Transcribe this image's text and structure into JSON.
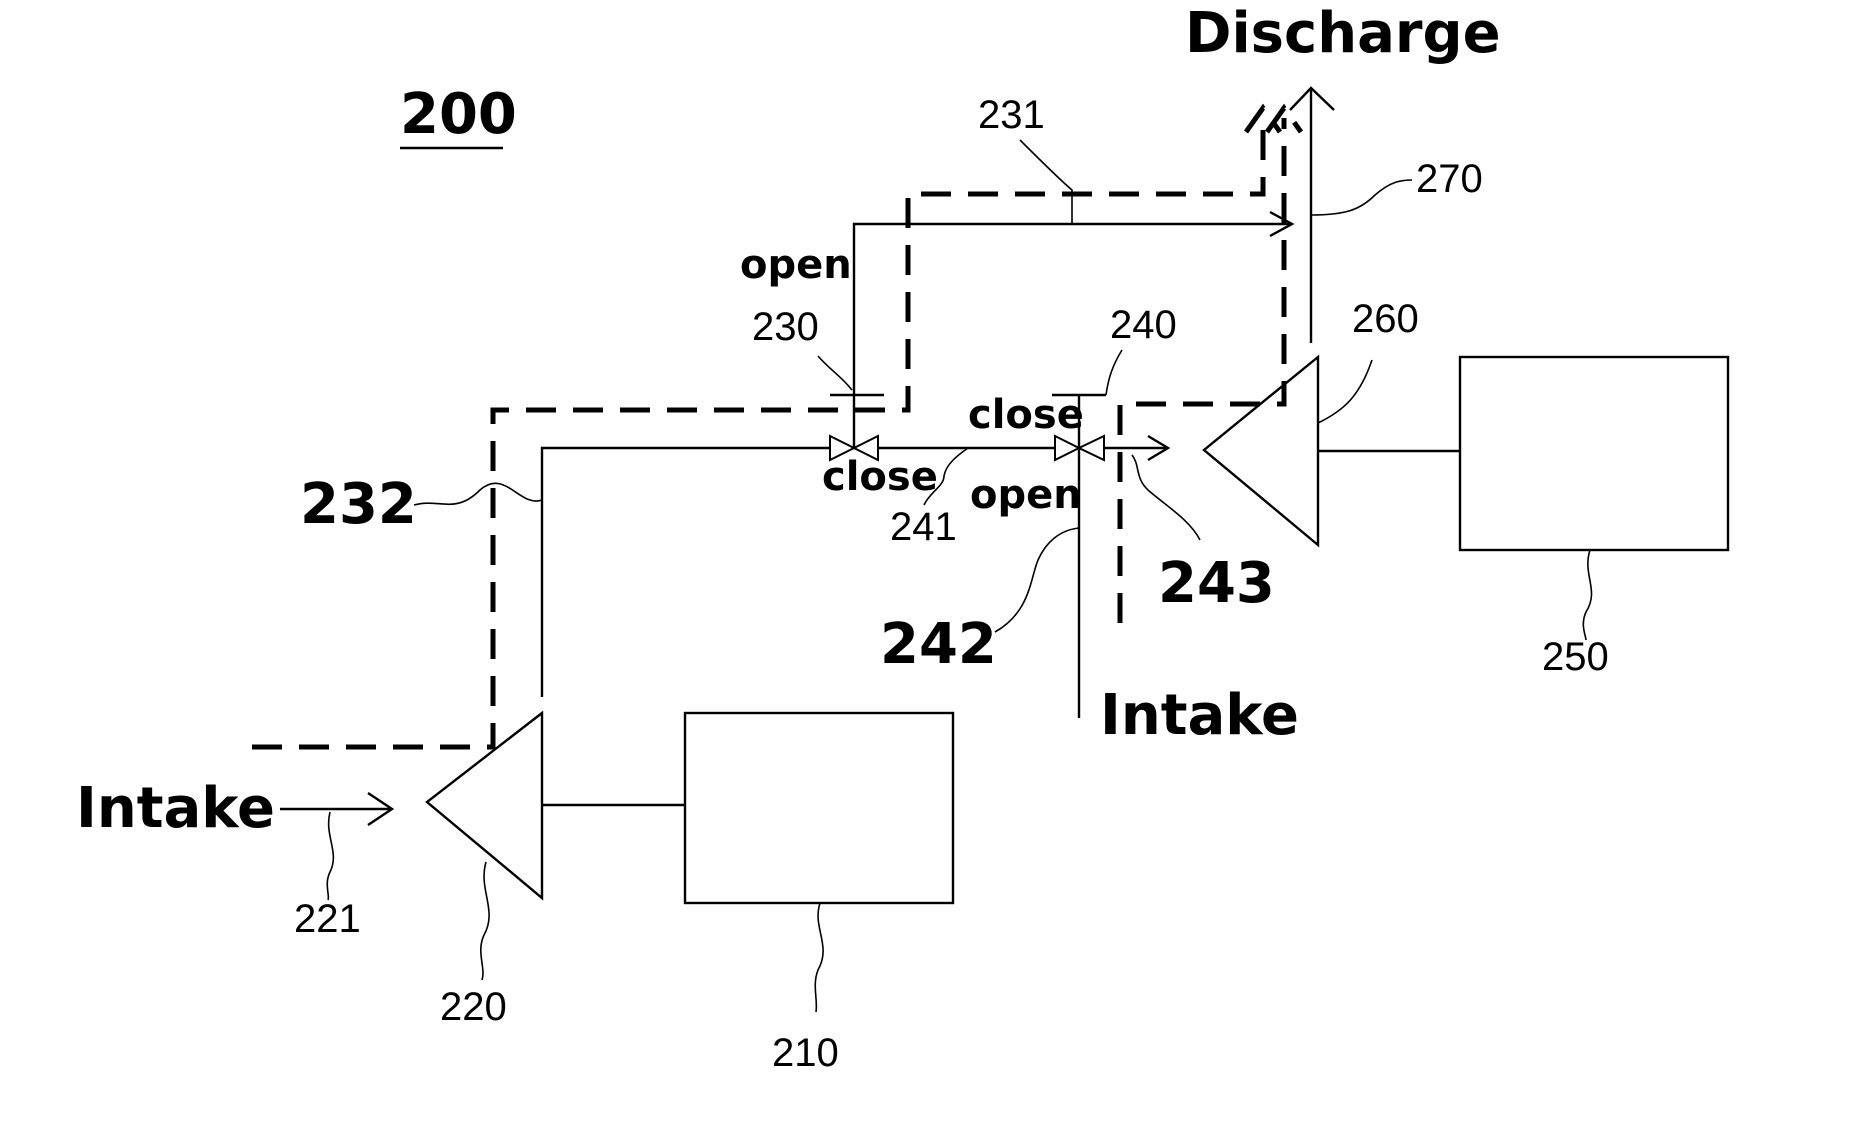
{
  "figure_number": "200",
  "labels": {
    "discharge": "Discharge",
    "intake_left": "Intake",
    "intake_middle": "Intake",
    "valve_230_upper_state": "open",
    "valve_230_lower_state": "close",
    "valve_240_upper_state": "close",
    "valve_240_lower_state": "open"
  },
  "references": {
    "r210": "210",
    "r220": "220",
    "r221": "221",
    "r230": "230",
    "r231": "231",
    "r232": "232",
    "r240": "240",
    "r241": "241",
    "r242": "242",
    "r243": "243",
    "r250": "250",
    "r260": "260",
    "r270": "270"
  }
}
